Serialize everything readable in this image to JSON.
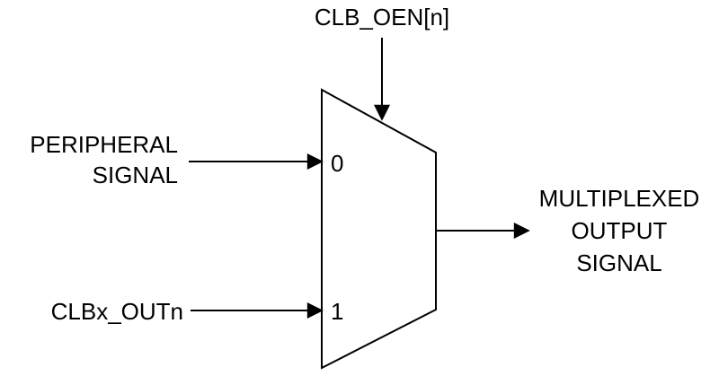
{
  "diagram": {
    "select_signal": "CLB_OEN[n]",
    "input0": {
      "lines": [
        "PERIPHERAL",
        "SIGNAL"
      ],
      "port": "0"
    },
    "input1": {
      "label": "CLBx_OUTn",
      "port": "1"
    },
    "output": {
      "lines": [
        "MULTIPLEXED",
        "OUTPUT",
        "SIGNAL"
      ]
    }
  },
  "colors": {
    "stroke": "#000000",
    "background": "#ffffff"
  }
}
